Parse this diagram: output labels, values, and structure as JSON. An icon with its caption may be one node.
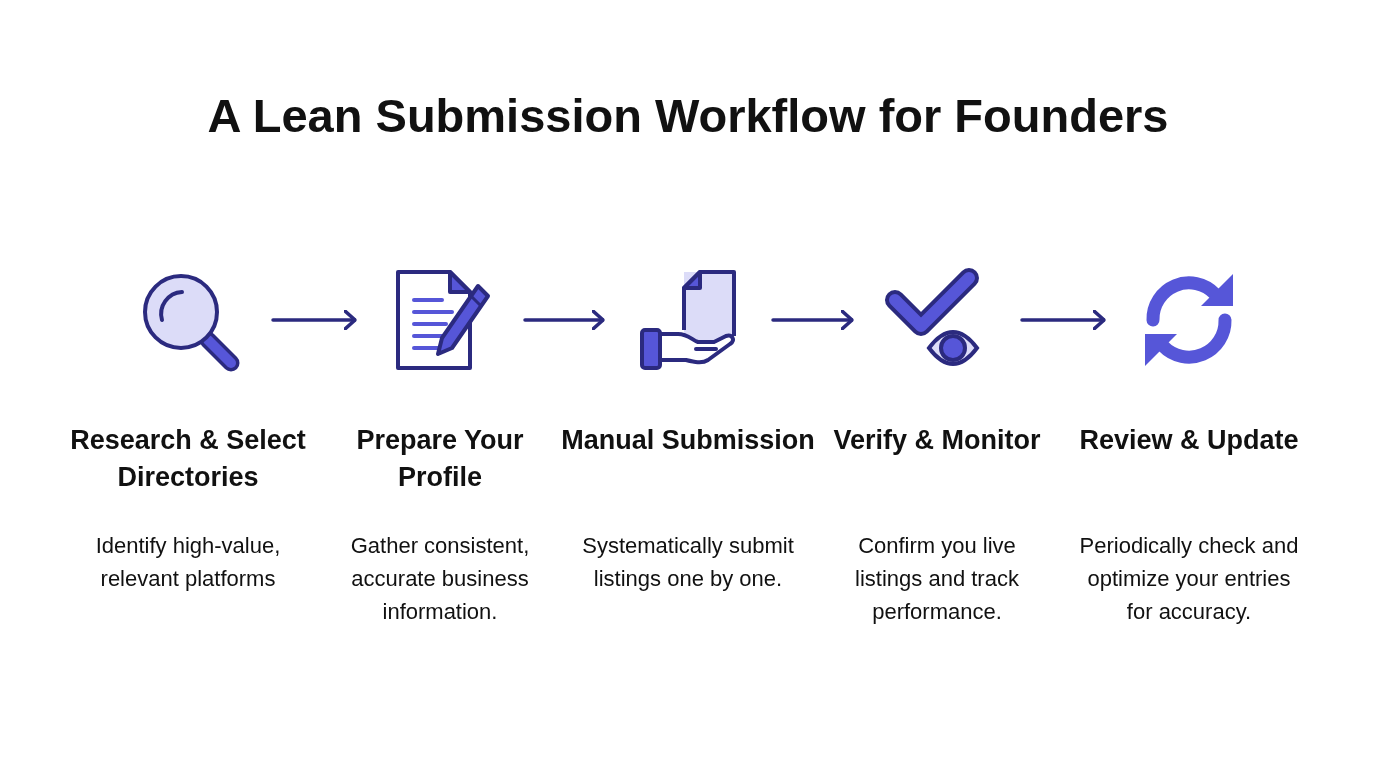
{
  "diagram": {
    "title": "A Lean Submission Workflow for Founders",
    "nodes": [
      {
        "text": [],
        "shape": "icon",
        "beside": [
          "Research & Select Directories",
          "Identify high-value, relevant platforms"
        ]
      },
      {
        "text": [],
        "shape": "icon",
        "beside": [
          "Prepare Your Profile",
          "Gather consistent, accurate business information."
        ]
      },
      {
        "text": [],
        "shape": "icon",
        "beside": [
          "Manual Submission",
          "Systematically submit listings one by one."
        ]
      },
      {
        "text": [],
        "shape": "icon",
        "beside": [
          "Verify & Monitor",
          "Confirm you live listings and track performance."
        ]
      },
      {
        "text": [],
        "shape": "icon",
        "beside": [
          "Review & Update",
          "Periodically check and optimize your entries for accuracy."
        ]
      }
    ],
    "edges": [
      {
        "from": 0,
        "to": 1,
        "arrow": "to"
      },
      {
        "from": 1,
        "to": 2,
        "arrow": "to"
      },
      {
        "from": 2,
        "to": 3,
        "arrow": "to"
      },
      {
        "from": 3,
        "to": 4,
        "arrow": "to"
      }
    ]
  }
}
